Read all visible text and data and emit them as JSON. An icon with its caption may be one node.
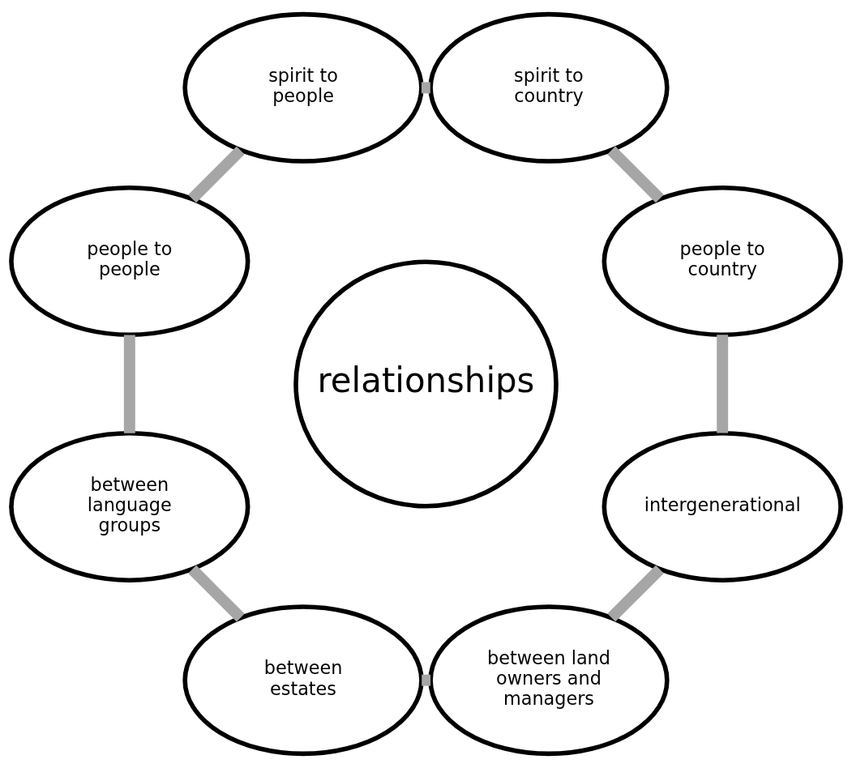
{
  "diagram": {
    "nodes": [
      {
        "text": [
          "relationships"
        ]
      },
      {
        "text": [
          "people to country"
        ]
      },
      {
        "text": [
          "spirit to country"
        ]
      },
      {
        "text": [
          "spirit to people"
        ]
      },
      {
        "text": [
          "people to people"
        ]
      },
      {
        "text": [
          "between language groups"
        ]
      },
      {
        "text": [
          "between estates"
        ]
      },
      {
        "text": [
          "between land owners and managers"
        ]
      },
      {
        "text": [
          "intergenerational"
        ]
      }
    ],
    "edges": [
      {
        "from": 1,
        "to": 2,
        "arrow": "none"
      },
      {
        "from": 2,
        "to": 3,
        "arrow": "none"
      },
      {
        "from": 3,
        "to": 4,
        "arrow": "none"
      },
      {
        "from": 4,
        "to": 5,
        "arrow": "none"
      },
      {
        "from": 5,
        "to": 6,
        "arrow": "none"
      },
      {
        "from": 6,
        "to": 7,
        "arrow": "none"
      },
      {
        "from": 7,
        "to": 8,
        "arrow": "none"
      },
      {
        "from": 8,
        "to": 1,
        "arrow": "none"
      }
    ]
  }
}
